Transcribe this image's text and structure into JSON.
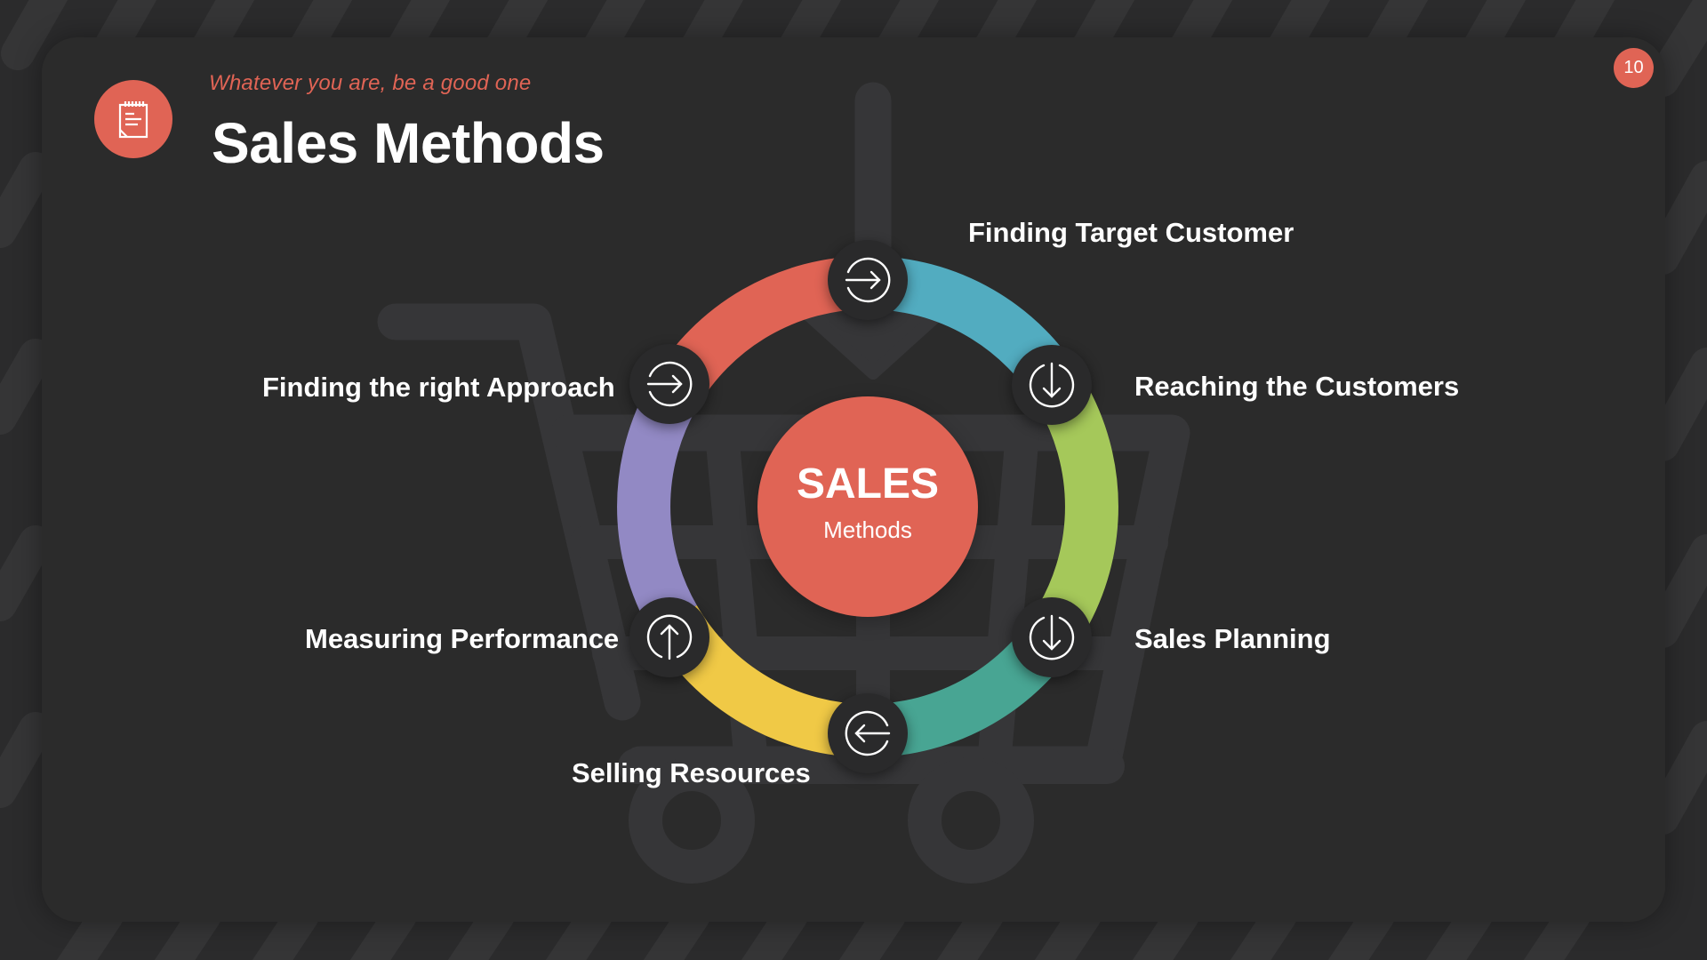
{
  "header": {
    "subtitle": "Whatever you are, be a good one",
    "title": "Sales Methods",
    "icon": "notepad-icon"
  },
  "page_number": "10",
  "center": {
    "title": "SALES",
    "subtitle": "Methods"
  },
  "steps": [
    {
      "label": "Finding Target Customer",
      "icon": "arrow-right-circle-icon",
      "color": "#52acc0"
    },
    {
      "label": "Reaching the Customers",
      "icon": "arrow-down-circle-icon",
      "color": "#a5c85a"
    },
    {
      "label": "Sales Planning",
      "icon": "arrow-down-circle-icon",
      "color": "#48a593"
    },
    {
      "label": "Selling Resources",
      "icon": "arrow-left-circle-icon",
      "color": "#f0c946"
    },
    {
      "label": "Measuring Performance",
      "icon": "arrow-up-circle-icon",
      "color": "#9289c4"
    },
    {
      "label": "Finding the right Approach",
      "icon": "arrow-right-circle-icon",
      "color": "#e06455"
    }
  ],
  "colors": {
    "accent": "#e06455",
    "background": "#2b2b2c",
    "cart_shape": "#363638"
  }
}
